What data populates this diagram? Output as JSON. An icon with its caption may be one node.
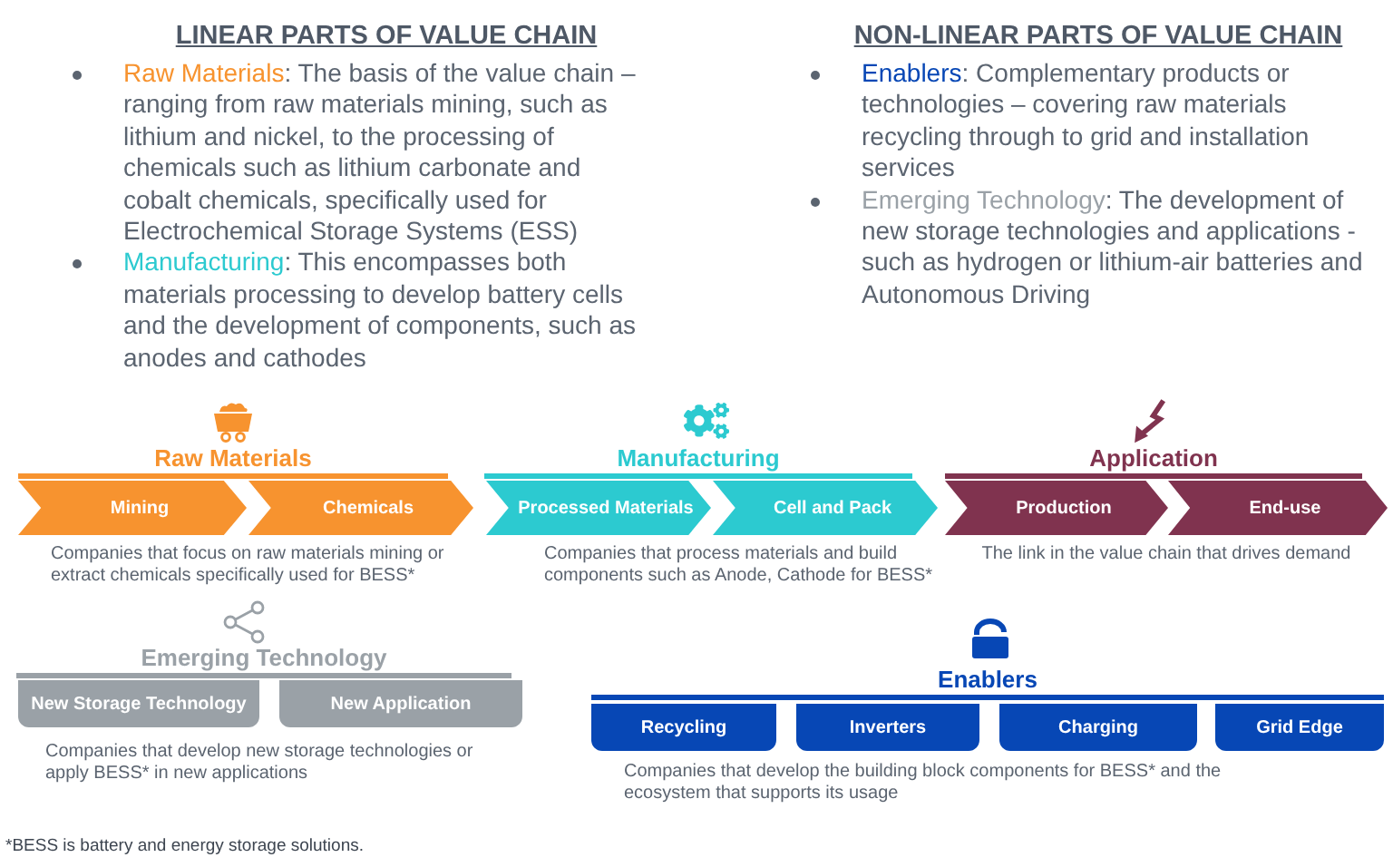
{
  "diagram": {
    "nodes": [
      {
        "text": [
          "Mining"
        ]
      },
      {
        "text": [
          "Chemicals"
        ]
      },
      {
        "text": [
          "Processed Materials"
        ]
      },
      {
        "text": [
          "Cell and Pack"
        ]
      },
      {
        "text": [
          "Production"
        ]
      },
      {
        "text": [
          "End-use"
        ]
      },
      {
        "text": [
          "New Storage Technology"
        ]
      },
      {
        "text": [
          "New Application"
        ]
      },
      {
        "text": [
          "Recycling"
        ]
      },
      {
        "text": [
          "Inverters"
        ]
      },
      {
        "text": [
          "Charging"
        ]
      },
      {
        "text": [
          "Grid Edge"
        ]
      }
    ],
    "labels": [
      "LINEAR PARTS OF VALUE CHAIN",
      "Raw Materials: The basis of the value chain – ranging from raw materials mining, such as lithium and nickel, to the processing of chemicals such as lithium carbonate and cobalt chemicals, specifically used for Electrochemical Storage Systems (ESS)",
      "Manufacturing: This encompasses both materials processing to develop battery cells and the development of components, such as anodes and cathodes",
      "NON-LINEAR PARTS OF VALUE CHAIN",
      "Enablers: Complementary products or technologies – covering raw materials recycling through to grid and installation services",
      "Emerging Technology: The development of new storage technologies and applications - such as hydrogen or lithium-air batteries and Autonomous Driving",
      "Raw Materials",
      "Manufacturing",
      "Application",
      "Companies that focus on raw materials mining or extract chemicals specifically used for BESS*",
      "Companies that process materials and build components such as Anode, Cathode for BESS*",
      "The link in the value chain that drives demand",
      "Emerging Technology",
      "Enablers",
      "Companies that develop new storage technologies or apply BESS* in new applications",
      "Companies that develop the building block components for BESS* and the ecosystem that supports its usage",
      "*BESS is battery and energy storage solutions."
    ]
  }
}
